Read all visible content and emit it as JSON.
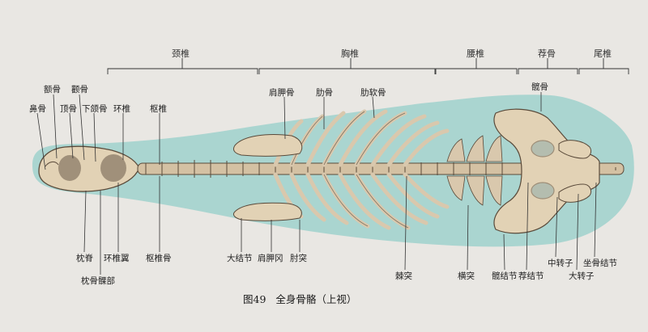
{
  "figure": {
    "number": "图49",
    "title": "全身骨骼（上视）"
  },
  "regions": {
    "cervical": "颈椎",
    "thoracic": "胸椎",
    "lumbar": "腰椎",
    "sacrum": "荐骨",
    "caudal": "尾椎"
  },
  "labels_top": {
    "nasal": "鼻骨",
    "frontal": "额骨",
    "parietal": "顶骨",
    "zygomatic": "颧骨",
    "mandible": "下颌骨",
    "atlas": "环椎",
    "axis": "枢椎",
    "scapula": "肩胛骨",
    "rib": "肋骨",
    "costal_cartilage": "肋软骨",
    "ilium": "髋骨"
  },
  "labels_bottom": {
    "occipital_crest": "枕脊",
    "occipital_condyle": "枕骨髁部",
    "atlas_wing": "环椎翼",
    "axis_bone": "枢椎骨",
    "greater_tubercle": "大结节",
    "scapular_spine": "肩胛冈",
    "olecranon": "肘突",
    "spinous_process": "棘突",
    "transverse_process": "横突",
    "tuber_coxae": "髋结节",
    "sacral_tuber": "荐结节",
    "third_trochanter": "中转子",
    "greater_trochanter": "大转子",
    "ischial_tuber": "坐骨结节"
  },
  "colors": {
    "background": "#e9e7e3",
    "body_outline": "#9fd1cc",
    "bone": "#d9c8ad",
    "bone_shadow": "#5a4a3a",
    "leader": "#333333"
  }
}
